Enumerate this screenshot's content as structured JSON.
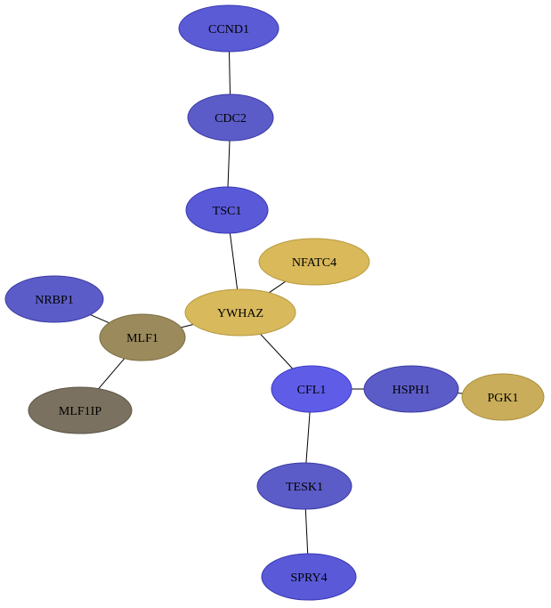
{
  "graph": {
    "nodes": [
      {
        "id": "CCND1",
        "label": "CCND1",
        "color": "#5b5bd6",
        "stroke": "#3b3bb0"
      },
      {
        "id": "CDC2",
        "label": "CDC2",
        "color": "#5c5cc8",
        "stroke": "#3b3ba4"
      },
      {
        "id": "TSC1",
        "label": "TSC1",
        "color": "#5a5ad8",
        "stroke": "#3838b2"
      },
      {
        "id": "NFATC4",
        "label": "NFATC4",
        "color": "#d9b95a",
        "stroke": "#b89a3e"
      },
      {
        "id": "YWHAZ",
        "label": "YWHAZ",
        "color": "#d8b95c",
        "stroke": "#b79a40"
      },
      {
        "id": "NRBP1",
        "label": "NRBP1",
        "color": "#5c5cc9",
        "stroke": "#3b3ba5"
      },
      {
        "id": "MLF1",
        "label": "MLF1",
        "color": "#9b8a5c",
        "stroke": "#7c6d42"
      },
      {
        "id": "MLF1IP",
        "label": "MLF1IP",
        "color": "#7b7160",
        "stroke": "#5d5545"
      },
      {
        "id": "CFL1",
        "label": "CFL1",
        "color": "#5f5de8",
        "stroke": "#3c3ac2"
      },
      {
        "id": "HSPH1",
        "label": "HSPH1",
        "color": "#5c5cc8",
        "stroke": "#3b3ba4"
      },
      {
        "id": "PGK1",
        "label": "PGK1",
        "color": "#c9ad5a",
        "stroke": "#a88f3e"
      },
      {
        "id": "TESK1",
        "label": "TESK1",
        "color": "#5c5cc8",
        "stroke": "#3b3ba4"
      },
      {
        "id": "SPRY4",
        "label": "SPRY4",
        "color": "#5a5ad8",
        "stroke": "#3838b2"
      }
    ],
    "edges": [
      {
        "from": "CCND1",
        "to": "CDC2"
      },
      {
        "from": "CDC2",
        "to": "TSC1"
      },
      {
        "from": "TSC1",
        "to": "YWHAZ"
      },
      {
        "from": "NFATC4",
        "to": "YWHAZ"
      },
      {
        "from": "YWHAZ",
        "to": "MLF1"
      },
      {
        "from": "YWHAZ",
        "to": "CFL1"
      },
      {
        "from": "NRBP1",
        "to": "MLF1"
      },
      {
        "from": "MLF1",
        "to": "MLF1IP"
      },
      {
        "from": "CFL1",
        "to": "HSPH1"
      },
      {
        "from": "HSPH1",
        "to": "PGK1"
      },
      {
        "from": "CFL1",
        "to": "TESK1"
      },
      {
        "from": "TESK1",
        "to": "SPRY4"
      }
    ]
  }
}
